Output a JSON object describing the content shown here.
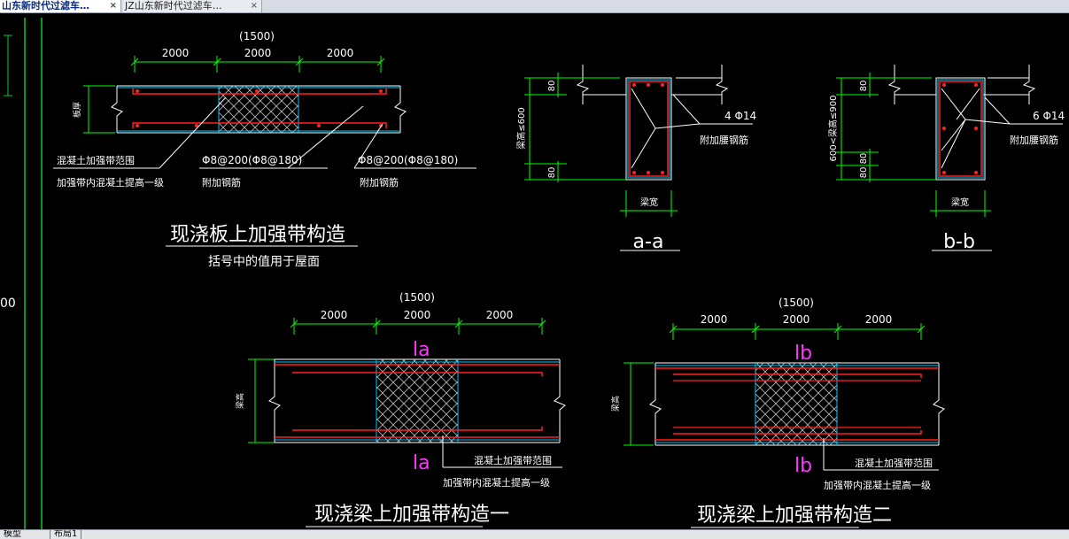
{
  "tabs": [
    {
      "label": "山东新时代过滤车…",
      "close": "×",
      "active": true
    },
    {
      "label": "JZ山东新时代过滤车…",
      "close": "×",
      "active": false
    }
  ],
  "layout_tabs": [
    "模型",
    "布局1"
  ],
  "left_edge_label": "00",
  "colors": {
    "background": "#000000",
    "dim": "#00ff00",
    "text": "#ffffff",
    "rebar": "#ff2020",
    "concrete": "#00c8ff",
    "section": "#ff33ff"
  },
  "drawing1": {
    "dims": [
      "2000",
      "2000",
      "2000"
    ],
    "dim_paren": "(1500)",
    "side_label": "板厚",
    "note_a1": "混凝土加强带范围",
    "note_a2": "加强带内混凝土提高一级",
    "note_b1": "Φ8@200(Φ8@180)",
    "note_b2": "附加钢筋",
    "note_c1": "Φ8@200(Φ8@180)",
    "note_c2": "附加钢筋",
    "title": "现浇板上加强带构造",
    "subtitle": "括号中的值用于屋面"
  },
  "section_a": {
    "dim_top": "80",
    "dim_height": "梁高≤600",
    "dim_bottom": "80",
    "rebar": "4 Φ14",
    "rebar_note": "附加腰钢筋",
    "width_label": "梁宽",
    "title": "a-a"
  },
  "section_b": {
    "dim_top": "80",
    "dim_height": "600<梁高≤900",
    "dim_bottom": "80 80",
    "rebar": "6 Φ14",
    "rebar_note": "附加腰钢筋",
    "width_label": "梁宽",
    "title": "b-b"
  },
  "drawing2": {
    "dims": [
      "2000",
      "2000",
      "2000"
    ],
    "dim_paren": "(1500)",
    "side_label": "梁高",
    "cut_top": "la",
    "cut_bottom": "la",
    "note_1": "混凝土加强带范围",
    "note_2": "加强带内混凝土提高一级",
    "title": "现浇梁上加强带构造一"
  },
  "drawing3": {
    "dims": [
      "2000",
      "2000",
      "2000"
    ],
    "dim_paren": "(1500)",
    "side_label": "梁高",
    "cut_top": "lb",
    "cut_bottom": "lb",
    "note_1": "混凝土加强带范围",
    "note_2": "加强带内混凝土提高一级",
    "title": "现浇梁上加强带构造二"
  }
}
